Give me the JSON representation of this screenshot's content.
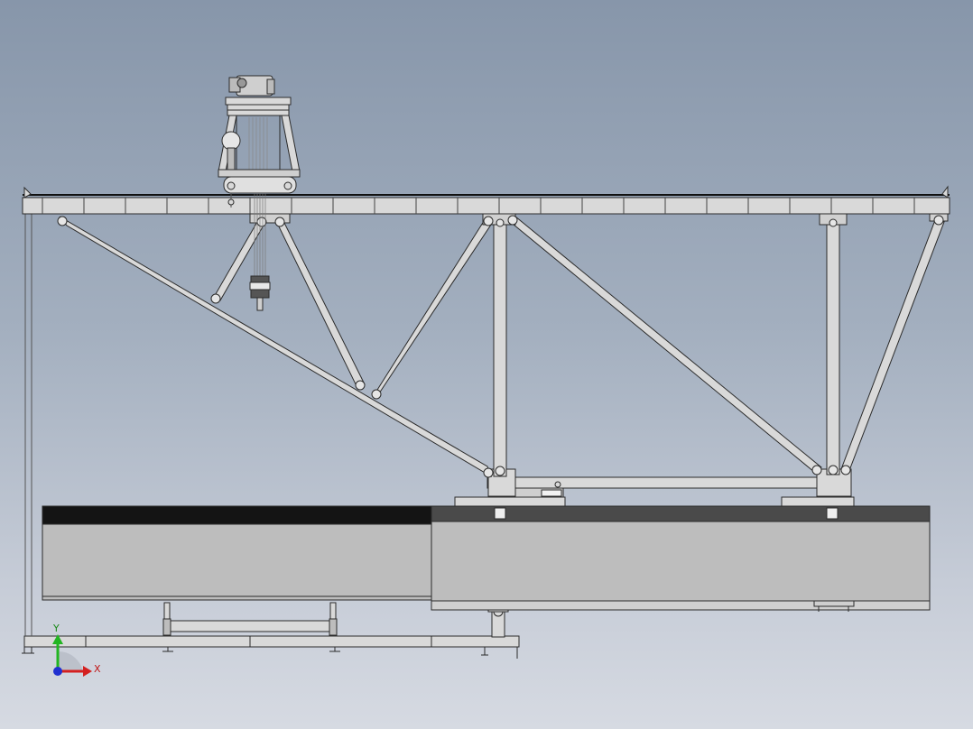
{
  "viewport": {
    "background_top": "#8796aa",
    "background_bottom": "#d6dae2"
  },
  "scene": {
    "subject": "truss-gantry-crane-with-hoist-trolley",
    "steel_color": "#d9d9d9",
    "edge_color": "#2b2b2b",
    "beam_top_dark": "#141414",
    "beam_top_grey": "#4a4a4a"
  },
  "triad": {
    "x_label": "X",
    "y_label": "Y",
    "x_color": "#d42020",
    "y_color": "#22b522",
    "z_color": "#2030d0"
  }
}
